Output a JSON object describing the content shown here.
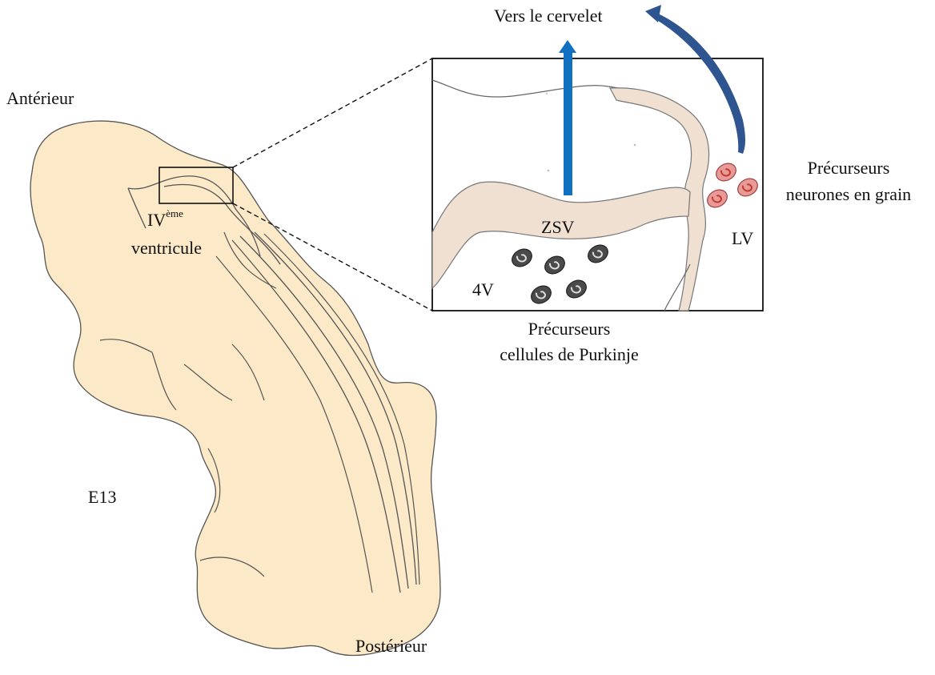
{
  "labels": {
    "anterior": "Antérieur",
    "posterior": "Postérieur",
    "stage": "E13",
    "fourth_ventricle_main": "IV",
    "fourth_ventricle_sup": "ème",
    "fourth_ventricle_word": "ventricule",
    "toward_cerebellum": "Vers le cervelet",
    "zsv": "ZSV",
    "lv": "LV",
    "v4": "4V",
    "purkinje_line1": "Précurseurs",
    "purkinje_line2": "cellules de Purkinje",
    "granule_line1": "Précurseurs",
    "granule_line2": "neurones en grain"
  },
  "colors": {
    "embryo_fill": "#fbe9c7",
    "embryo_stroke": "#555555",
    "zsv_fill": "#f0e0d2",
    "zsv_stroke": "#777777",
    "blue_arrow": "#1170c0",
    "navy_arrow": "#2e5590",
    "purkinje_cell": "#4a4a4a",
    "granule_cell": "#e89a98",
    "granule_cell_dark": "#c0392b"
  },
  "icons": {
    "purkinje_precursor": "dark-cell-icon",
    "granule_precursor": "pink-cell-icon"
  }
}
